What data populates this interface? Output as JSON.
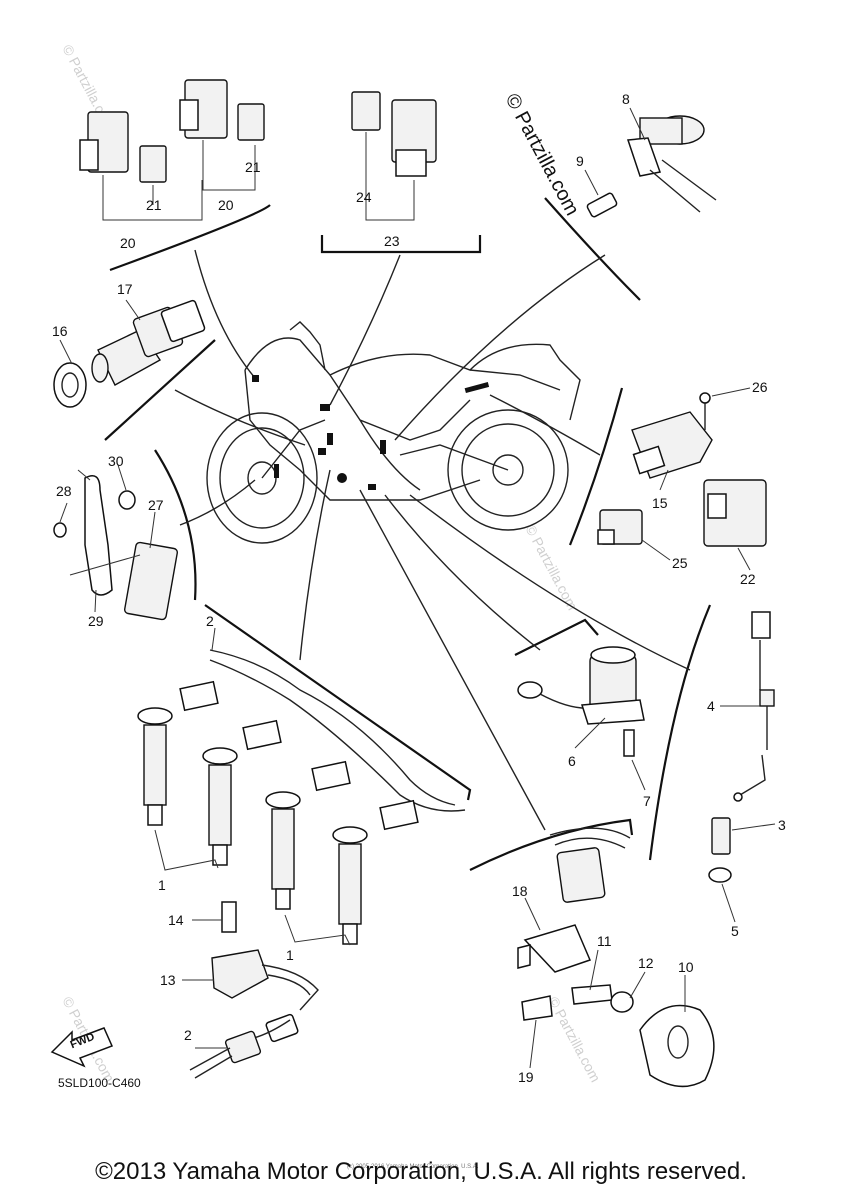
{
  "diagram": {
    "code": "5SLD100-C460",
    "fwd_label": "FWD",
    "copyright": "©2013 Yamaha Motor Corporation, U.S.A. All rights reserved.",
    "small_copyright": "(c) 2005-2016 Yamaha Motor Corporation, U.S.A.",
    "brand_watermark": "© Partzilla.com",
    "watermark_text": "© Partzilla.com",
    "callouts": [
      "1",
      "1",
      "2",
      "2",
      "3",
      "4",
      "5",
      "6",
      "7",
      "8",
      "9",
      "10",
      "11",
      "12",
      "13",
      "14",
      "15",
      "16",
      "17",
      "18",
      "19",
      "20",
      "20",
      "21",
      "21",
      "22",
      "23",
      "24",
      "25",
      "26",
      "27",
      "28",
      "29",
      "30"
    ]
  }
}
